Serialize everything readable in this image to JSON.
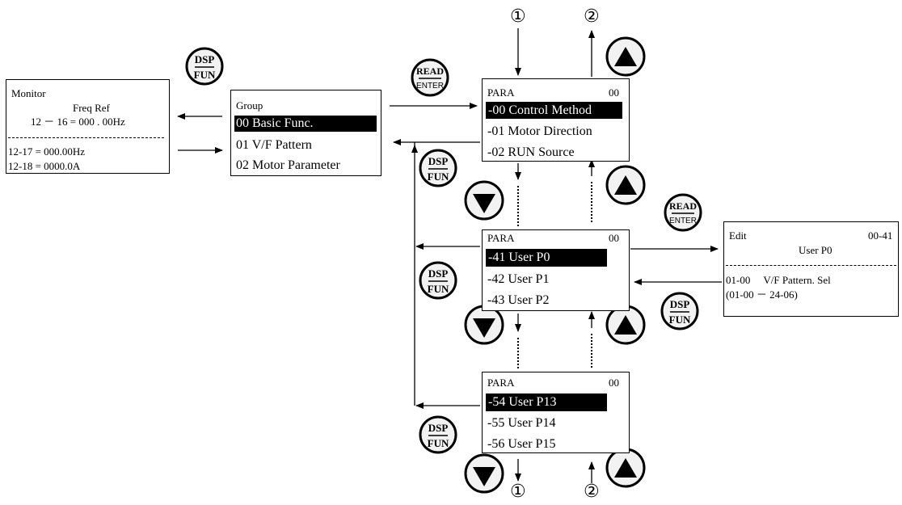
{
  "monitor": {
    "title": "Monitor",
    "subtitle": "Freq Ref",
    "value_line": "12 － 16 = 000 . 00Hz",
    "line2": "12-17 = 000.00Hz",
    "line3": "12-18 = 0000.0A"
  },
  "group": {
    "title": "Group",
    "items": [
      "00 Basic Func.",
      "01 V/F Pattern",
      "02 Motor Parameter"
    ]
  },
  "para_screens": [
    {
      "title": "PARA",
      "code": "00",
      "items": [
        "-00 Control Method",
        "-01 Motor Direction",
        "-02 RUN Source"
      ]
    },
    {
      "title": "PARA",
      "code": "00",
      "items": [
        "-41 User P0",
        "-42 User P1",
        "-43 User P2"
      ]
    },
    {
      "title": "PARA",
      "code": "00",
      "items": [
        "-54 User P13",
        "-55 User P14",
        "-56 User P15"
      ]
    }
  ],
  "edit": {
    "title": "Edit",
    "code": "00-41",
    "subtitle": "User P0",
    "line2": "01-00　 V/F  Pattern.  Sel",
    "line3": "(01-00 － 24-06)"
  },
  "keys": {
    "dsp_top": "DSP",
    "dsp_bottom": "FUN",
    "read_top": "READ",
    "read_bottom": "ENTER",
    "up_icon": "up-arrow-key-icon",
    "down_icon": "down-arrow-key-icon"
  },
  "markers": {
    "one": "①",
    "two": "②"
  }
}
